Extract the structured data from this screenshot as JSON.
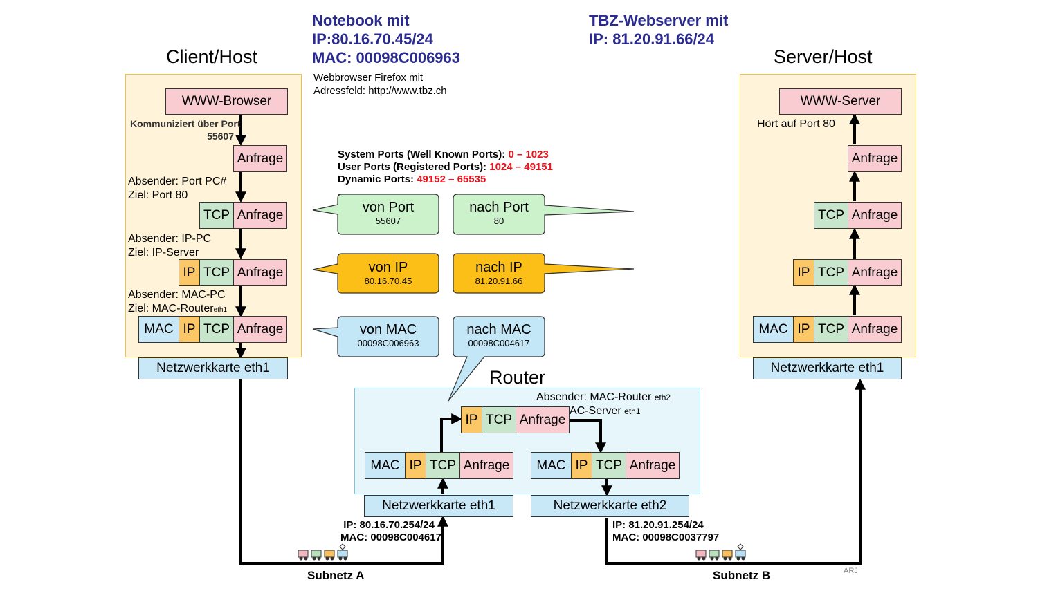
{
  "header": {
    "client_lines": [
      "Notebook mit",
      "IP:80.16.70.45/24",
      "MAC: 00098C006963"
    ],
    "client_browser_lines": [
      "Webbrowser Firefox mit",
      "Adressfeld: http://www.tbz.ch"
    ],
    "server_lines": [
      "TBZ-Webserver mit",
      "IP: 81.20.91.66/24"
    ]
  },
  "client": {
    "title": "Client/Host",
    "browser": "WWW-Browser",
    "port_note_lines": [
      "Kommuniziert über Port",
      "55607"
    ],
    "layer_app": "Anfrage",
    "tcp_note_lines": [
      "Absender: Port PC#",
      "Ziel: Port 80"
    ],
    "ip_note_lines": [
      "Absender: IP-PC",
      "Ziel: IP-Server"
    ],
    "mac_note_line1": "Absender: MAC-PC",
    "mac_note_line2": "Ziel: MAC-Router",
    "mac_note_sub": "eth1",
    "nic": "Netzwerkkarte eth1"
  },
  "server": {
    "title": "Server/Host",
    "server": "WWW-Server",
    "port_note": "Hört auf Port 80",
    "nic": "Netzwerkkarte eth1"
  },
  "labels": {
    "mac": "MAC",
    "ip": "IP",
    "tcp": "TCP",
    "anfrage": "Anfrage"
  },
  "ports_info": [
    {
      "label": "System Ports (Well Known Ports): ",
      "range": "0 – 1023"
    },
    {
      "label": "User Ports (Registered Ports): ",
      "range": "1024 – 49151"
    },
    {
      "label": "Dynamic Ports: ",
      "range": "49152 – 65535"
    }
  ],
  "bubbles": {
    "von_port": {
      "title": "von Port",
      "value": "55607"
    },
    "nach_port": {
      "title": "nach Port",
      "value": "80"
    },
    "von_ip": {
      "title": "von IP",
      "value": "80.16.70.45"
    },
    "nach_ip": {
      "title": "nach IP",
      "value": "81.20.91.66"
    },
    "von_mac": {
      "title": "von MAC",
      "value": "00098C006963"
    },
    "nach_mac": {
      "title": "nach MAC",
      "value": "00098C004617"
    }
  },
  "router": {
    "title": "Router",
    "sender_label": "Absender: MAC-Router",
    "sender_sub": "eth2",
    "target_label": "Ziel: MAC-Server",
    "target_sub": "eth1",
    "nic1": "Netzwerkkarte eth1",
    "nic2": "Netzwerkkarte eth2",
    "eth1_ip": "IP: 80.16.70.254/24",
    "eth1_mac": "MAC: 00098C004617",
    "eth2_ip": "IP: 81.20.91.254/24",
    "eth2_mac": "MAC: 00098C0037797"
  },
  "subnets": {
    "a": "Subnetz A",
    "b": "Subnetz B"
  },
  "signature": "ARJ",
  "colors": {
    "app": "#f8ccd1",
    "tcp": "#c7e6cb",
    "ip": "#fcc766",
    "mac": "#c9e8f7",
    "host_panel": "#fff3d9",
    "router_panel": "#e6f6fb",
    "header": "#2a2a8f",
    "range": "#e8141b"
  }
}
